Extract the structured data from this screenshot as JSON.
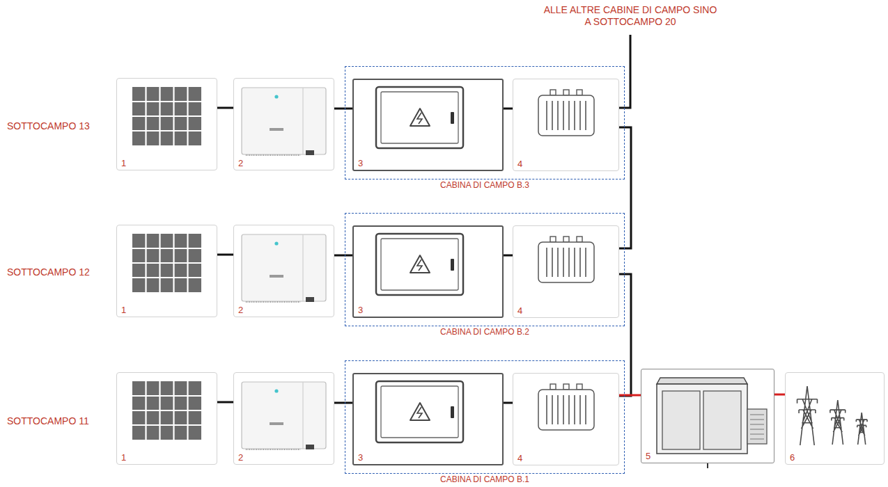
{
  "diagram": {
    "nodes": [
      {
        "text": [
          "1"
        ]
      },
      {
        "text": [
          "2"
        ]
      },
      {
        "text": [
          "CABINA DI CAMPO B.3"
        ]
      },
      {
        "text": [
          "3"
        ],
        "in": 2
      },
      {
        "text": [
          "4"
        ],
        "in": 2
      },
      {
        "text": [
          "1"
        ]
      },
      {
        "text": [
          "2"
        ]
      },
      {
        "text": [
          "CABINA DI CAMPO B.2"
        ]
      },
      {
        "text": [
          "3"
        ],
        "in": 7
      },
      {
        "text": [
          "4"
        ],
        "in": 7
      },
      {
        "text": [
          "1"
        ]
      },
      {
        "text": [
          "2"
        ]
      },
      {
        "text": [
          "CABINA DI CAMPO B.1"
        ]
      },
      {
        "text": [
          "3"
        ],
        "in": 12
      },
      {
        "text": [
          "4"
        ],
        "in": 12
      },
      {
        "text": [
          "5"
        ]
      },
      {
        "text": [
          "6"
        ]
      }
    ],
    "edges": [
      {
        "from": 0,
        "to": 1,
        "arrow": "none"
      },
      {
        "from": 1,
        "to": 3,
        "arrow": "none"
      },
      {
        "from": 3,
        "to": 4,
        "arrow": "none"
      },
      {
        "from": 5,
        "to": 6,
        "arrow": "none"
      },
      {
        "from": 6,
        "to": 8,
        "arrow": "none"
      },
      {
        "from": 8,
        "to": 9,
        "arrow": "none"
      },
      {
        "from": 10,
        "to": 11,
        "arrow": "none"
      },
      {
        "from": 11,
        "to": 13,
        "arrow": "none"
      },
      {
        "from": 13,
        "to": 14,
        "arrow": "none"
      },
      {
        "from": 4,
        "to": 9,
        "arrow": "none"
      },
      {
        "from": 9,
        "to": 14,
        "arrow": "none"
      },
      {
        "from": 14,
        "to": 15,
        "arrow": "none"
      },
      {
        "from": 15,
        "to": 16,
        "arrow": "none"
      }
    ],
    "labels": [
      "ALLE ALTRE CABINE DI CAMPO SINO A SOTTOCAMPO 20",
      "SOTTOCAMPO 13",
      "SOTTOCAMPO 12",
      "SOTTOCAMPO 11"
    ]
  }
}
